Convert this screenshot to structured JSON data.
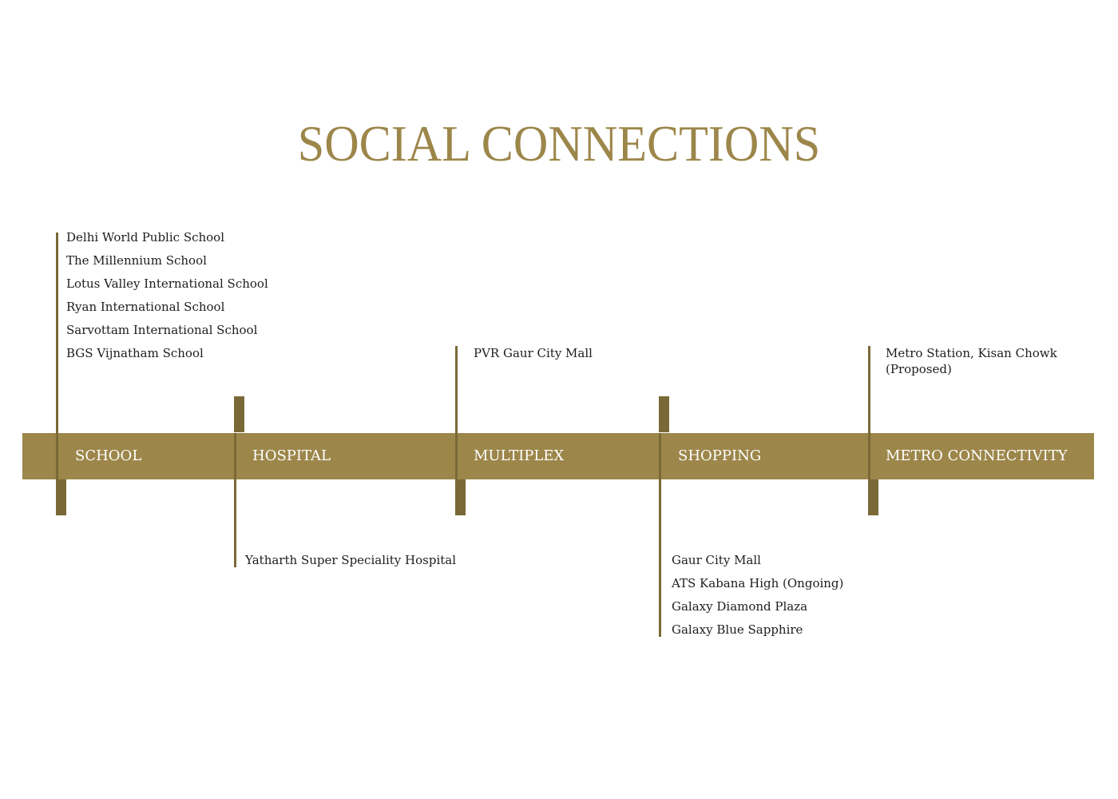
{
  "title": "SOCIAL CONNECTIONS",
  "colors": {
    "gold": "#9c864a",
    "dark_gold": "#7a6937",
    "text": "#1d1d1d",
    "band_text": "#ffffff"
  },
  "categories": [
    {
      "label": "SCHOOL",
      "items": [
        "Delhi World Public School",
        "The Millennium School",
        "Lotus Valley International School",
        "Ryan International School",
        "Sarvottam International School",
        "BGS Vijnatham School"
      ]
    },
    {
      "label": "HOSPITAL",
      "items": [
        "Yatharth Super Speciality Hospital"
      ]
    },
    {
      "label": "MULTIPLEX",
      "items": [
        "PVR Gaur City Mall"
      ]
    },
    {
      "label": "SHOPPING",
      "items": [
        "Gaur City Mall",
        "ATS Kabana High (Ongoing)",
        "Galaxy Diamond Plaza",
        "Galaxy Blue Sapphire"
      ]
    },
    {
      "label": "METRO CONNECTIVITY",
      "items": [
        "Metro Station, Kisan Chowk",
        "(Proposed)"
      ]
    }
  ]
}
